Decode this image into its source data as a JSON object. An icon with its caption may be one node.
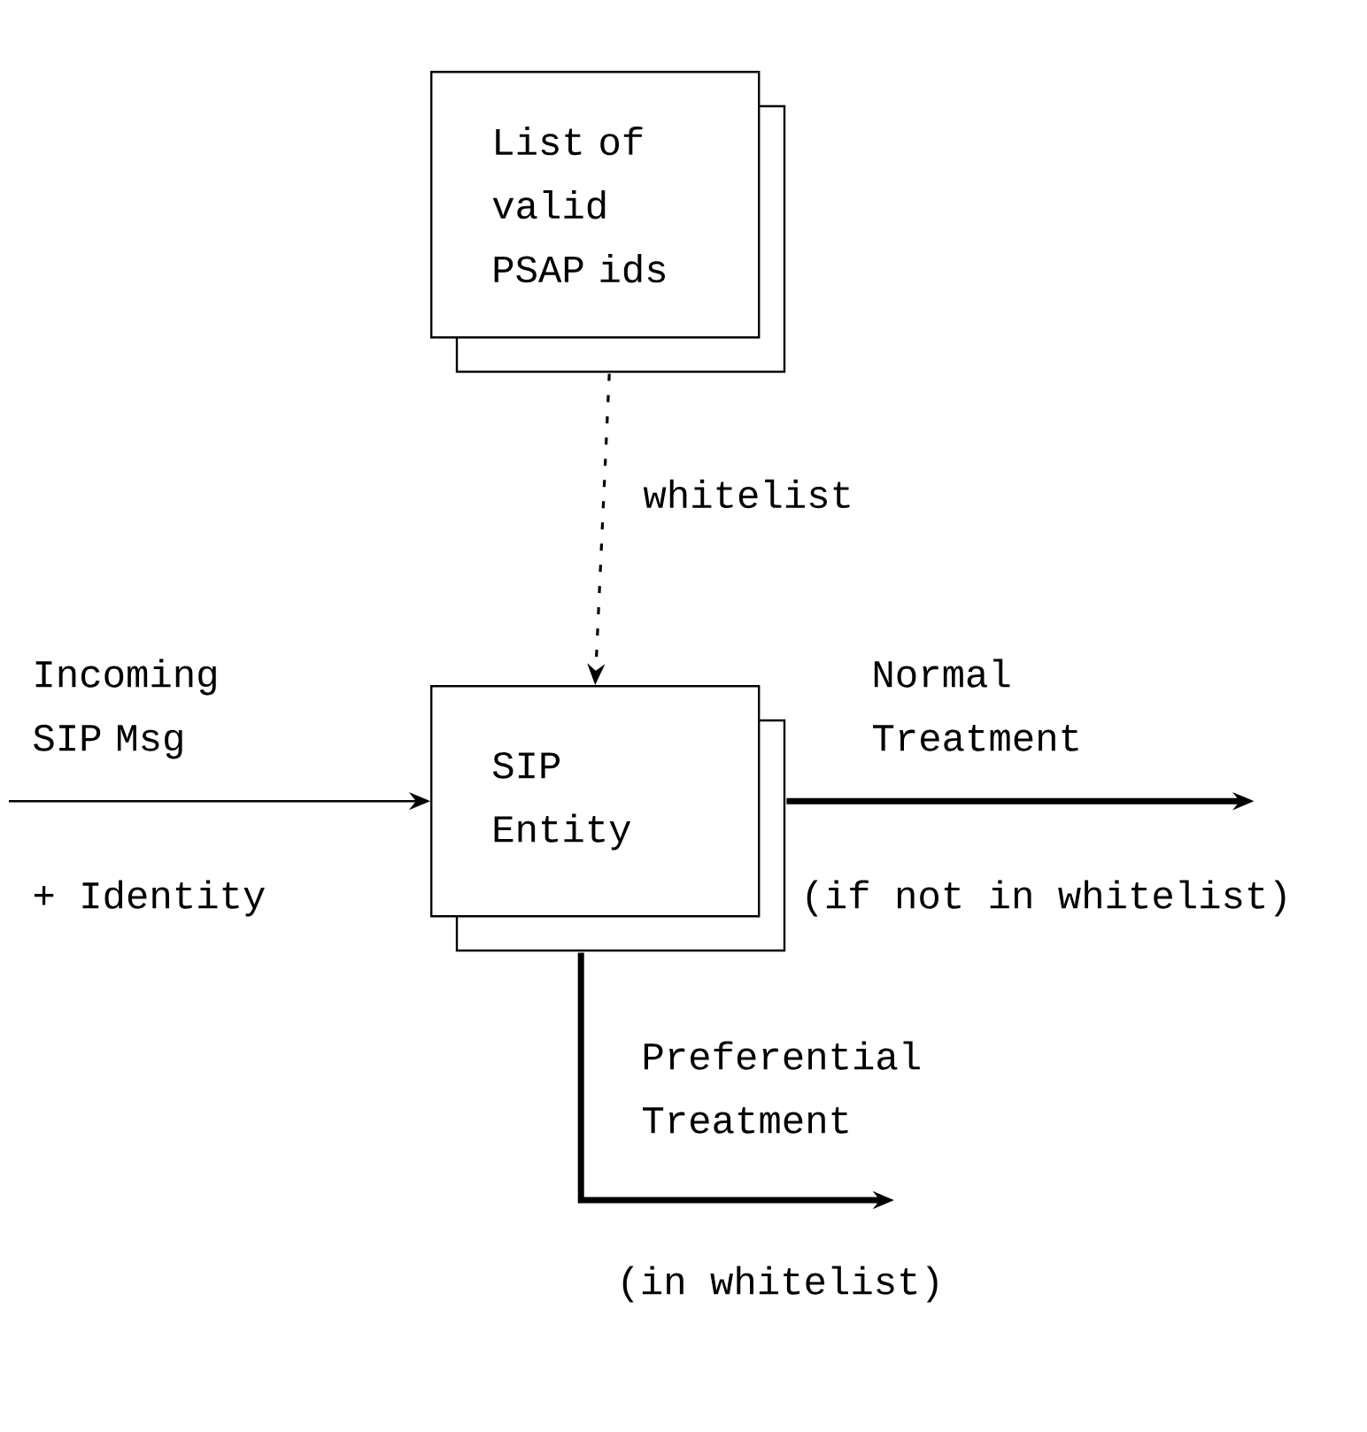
{
  "diagram": {
    "nodes": [
      {
        "text": [
          "List of valid PSAP ids"
        ]
      },
      {
        "text": [
          "SIP Entity"
        ]
      }
    ],
    "edges": [
      {
        "from": 0,
        "to": 1,
        "arrow": "to",
        "style": "dashed",
        "label": "whitelist"
      },
      {
        "from": null,
        "to": 1,
        "arrow": "to"
      },
      {
        "from": 1,
        "to": null,
        "arrow": "to",
        "style": "thick"
      },
      {
        "from": 1,
        "to": null,
        "arrow": "to",
        "style": "thick"
      }
    ],
    "labels": [
      "Incoming SIP Msg",
      "+ Identity",
      "Normal Treatment",
      "(if not in whitelist)",
      "Preferential Treatment",
      "(in whitelist)"
    ]
  }
}
